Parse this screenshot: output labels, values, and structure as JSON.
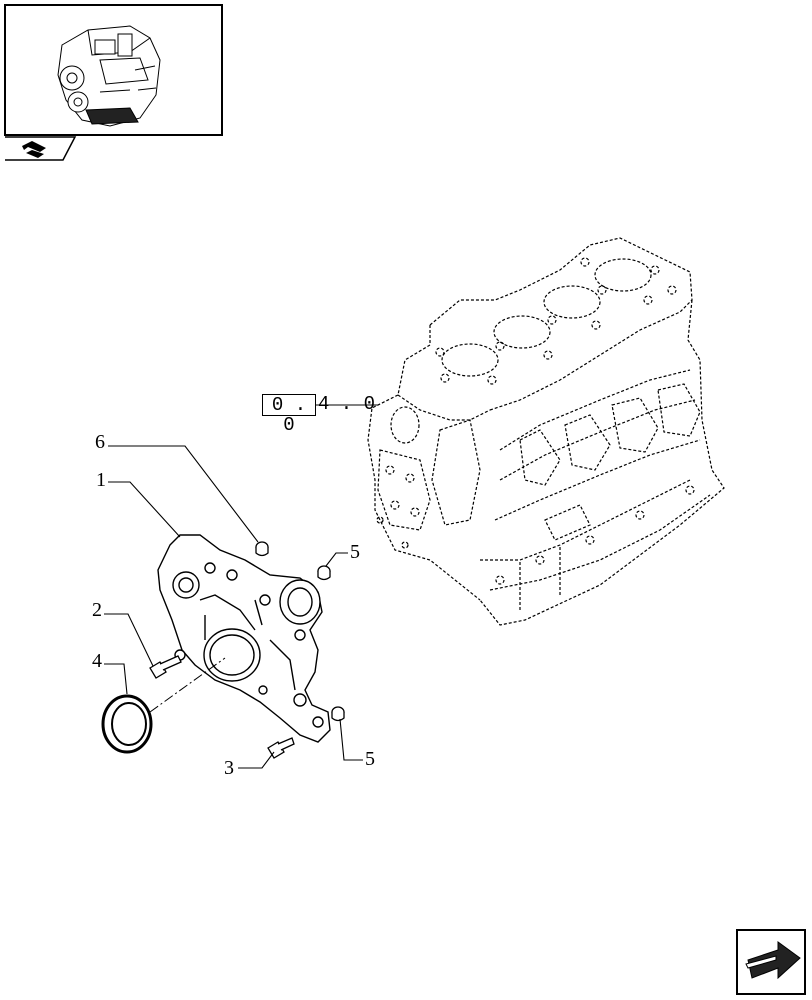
{
  "reference": {
    "boxed": "0 . 0",
    "tail": "4 . 0"
  },
  "callouts": [
    {
      "id": "1",
      "label": "1"
    },
    {
      "id": "2",
      "label": "2"
    },
    {
      "id": "3",
      "label": "3"
    },
    {
      "id": "4",
      "label": "4"
    },
    {
      "id": "5a",
      "label": "5"
    },
    {
      "id": "5b",
      "label": "5"
    },
    {
      "id": "6",
      "label": "6"
    }
  ],
  "icons": {
    "thumbnail": "engine-thumbnail-icon",
    "back": "back-arrow-icon",
    "next": "next-page-arrow-icon"
  },
  "colors": {
    "line": "#000000",
    "background": "#ffffff"
  }
}
